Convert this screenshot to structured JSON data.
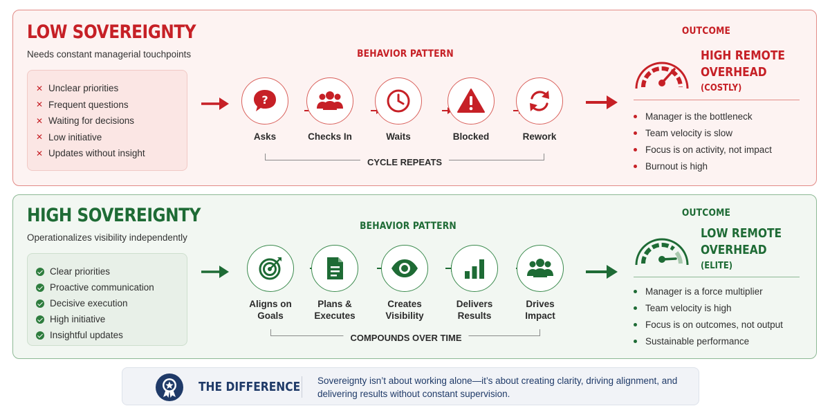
{
  "low": {
    "title": "LOW SOVEREIGNTY",
    "subtitle": "Needs constant managerial touchpoints",
    "traits": [
      "Unclear priorities",
      "Frequent questions",
      "Waiting for decisions",
      "Low initiative",
      "Updates without insight"
    ],
    "behavior_label": "BEHAVIOR PATTERN",
    "steps": [
      {
        "label": "Asks",
        "icon": "question-bubble-icon"
      },
      {
        "label": "Checks In",
        "icon": "people-icon"
      },
      {
        "label": "Waits",
        "icon": "clock-icon"
      },
      {
        "label": "Blocked",
        "icon": "warning-icon"
      },
      {
        "label": "Rework",
        "icon": "refresh-icon"
      }
    ],
    "cycle_label": "CYCLE REPEATS",
    "outcome_label": "OUTCOME",
    "outcome_title_1": "HIGH REMOTE",
    "outcome_title_2": "OVERHEAD",
    "outcome_sub": "(COSTLY)",
    "gauge_level": "high",
    "outcomes": [
      "Manager is the bottleneck",
      "Team velocity is slow",
      "Focus is on activity, not impact",
      "Burnout is high"
    ],
    "color": "#c62026"
  },
  "high": {
    "title": "HIGH SOVEREIGNTY",
    "subtitle": "Operationalizes visibility independently",
    "traits": [
      "Clear priorities",
      "Proactive communication",
      "Decisive execution",
      "High initiative",
      "Insightful updates"
    ],
    "behavior_label": "BEHAVIOR PATTERN",
    "steps": [
      {
        "line1": "Aligns on",
        "line2": "Goals",
        "icon": "target-icon"
      },
      {
        "line1": "Plans &",
        "line2": "Executes",
        "icon": "document-icon"
      },
      {
        "line1": "Creates",
        "line2": "Visibility",
        "icon": "eye-icon"
      },
      {
        "line1": "Delivers",
        "line2": "Results",
        "icon": "bar-chart-icon"
      },
      {
        "line1": "Drives",
        "line2": "Impact",
        "icon": "team-icon"
      }
    ],
    "cycle_label": "COMPOUNDS OVER TIME",
    "outcome_label": "OUTCOME",
    "outcome_title_1": "LOW REMOTE",
    "outcome_title_2": "OVERHEAD",
    "outcome_sub": "(ELITE)",
    "gauge_level": "low",
    "outcomes": [
      "Manager is a force multiplier",
      "Team velocity is high",
      "Focus is on outcomes, not output",
      "Sustainable performance"
    ],
    "color": "#1e6b35"
  },
  "difference": {
    "title": "THE DIFFERENCE",
    "text": "Sovereignty isn’t about working alone—it’s about creating clarity, driving alignment, and delivering results without constant supervision.",
    "icon": "award-badge-icon",
    "color": "#1f3a68"
  }
}
